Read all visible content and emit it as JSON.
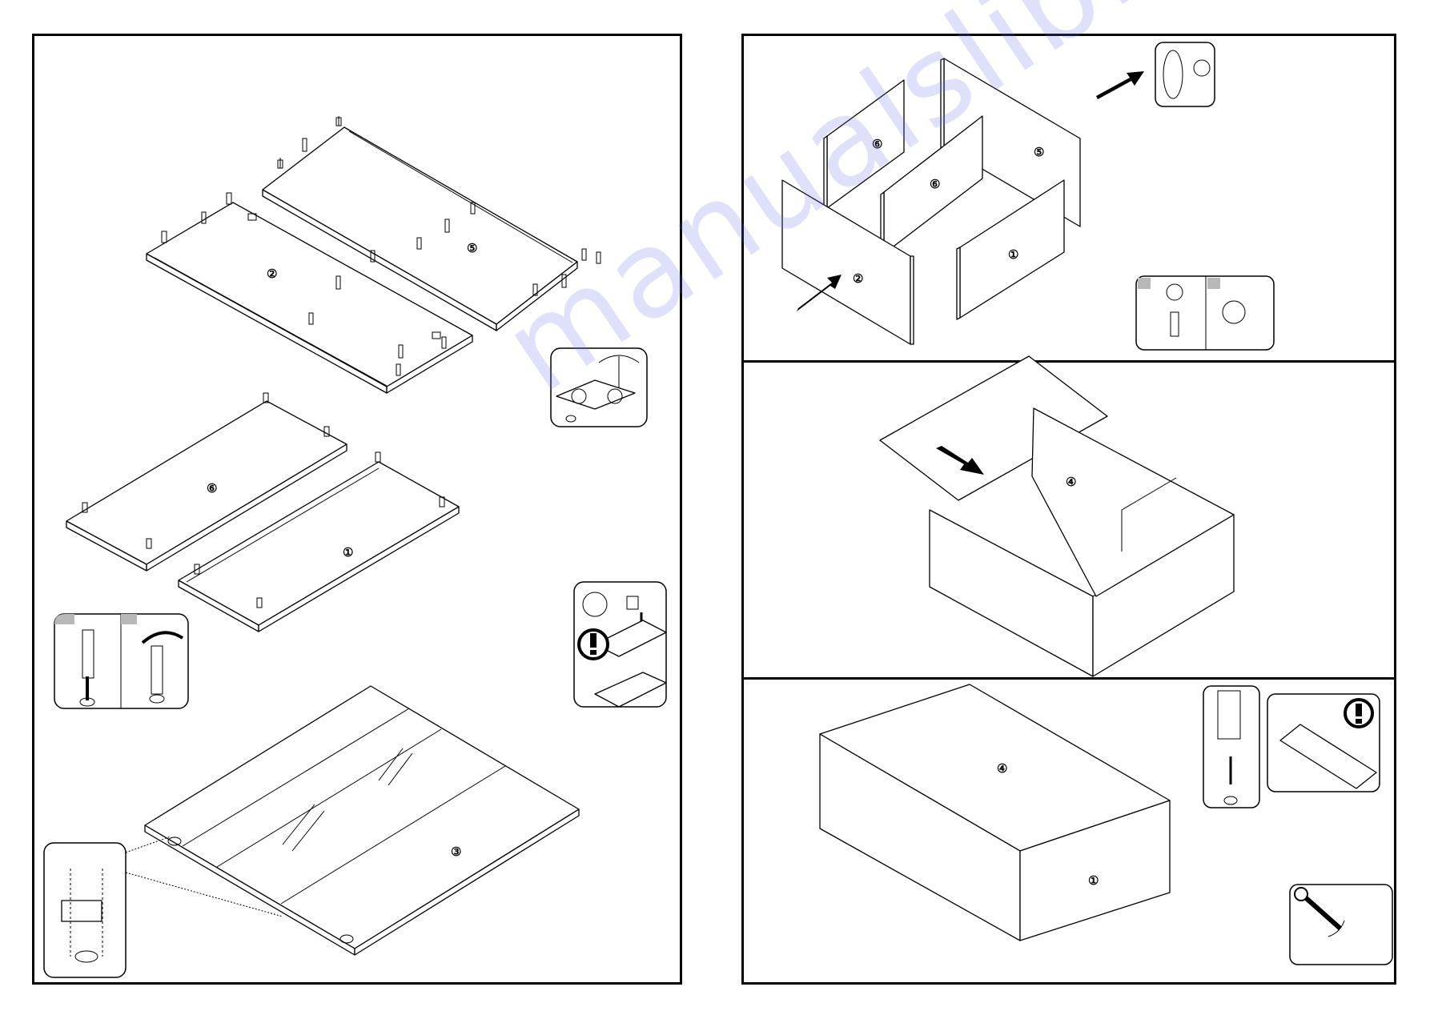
{
  "watermark": "manualslib.com",
  "left_page": {
    "part_labels": {
      "panel_2": "②",
      "panel_5": "⑤",
      "panel_6": "⑥",
      "panel_1": "①",
      "panel_3": "③"
    },
    "insets": {
      "step_markers": [
        "",
        ""
      ]
    }
  },
  "right_page": {
    "step1": {
      "labels": {
        "a": "⑥",
        "b": "⑤",
        "c": "⑥",
        "d": "②",
        "e": "①"
      }
    },
    "step2": {
      "labels": {
        "top": "④"
      }
    },
    "step3": {
      "labels": {
        "top": "④",
        "front": "①"
      }
    }
  },
  "icons": [
    "warning-icon",
    "rotate-arrow-icon",
    "push-arrow-icon",
    "screwdriver-icon"
  ],
  "colors": {
    "line": "#000000",
    "marker_fill": "#b8b8b8",
    "watermark": "#6e78eb"
  }
}
